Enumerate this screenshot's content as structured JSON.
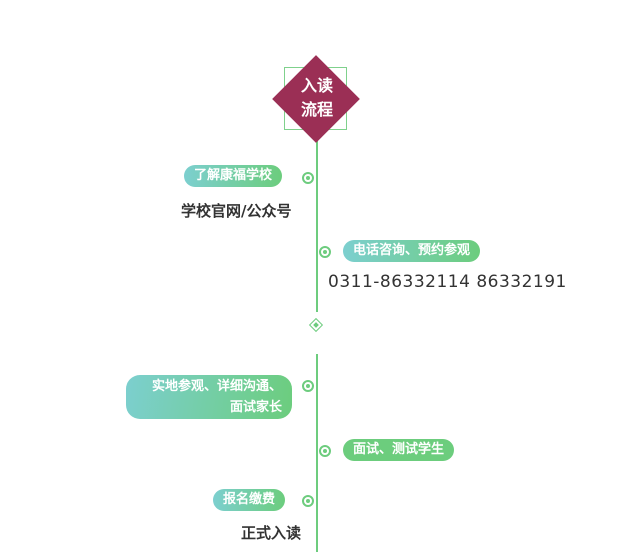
{
  "header": {
    "line1": "入读",
    "line2": "流程"
  },
  "steps": [
    {
      "label": "了解康福学校",
      "detail": "学校官网/公众号"
    },
    {
      "label": "电话咨询、预约参观",
      "detail": "0311-86332114 86332191"
    },
    {
      "label_line1": "实地参观、详细沟通、",
      "label_line2": "面试家长"
    },
    {
      "label": "面试、测试学生"
    },
    {
      "label": "报名缴费",
      "detail": "正式入读"
    }
  ],
  "colors": {
    "accent_green": "#6dcc7e",
    "accent_teal": "#7ccfcf",
    "header_diamond": "#9b2f55",
    "text_dark": "#333333"
  }
}
